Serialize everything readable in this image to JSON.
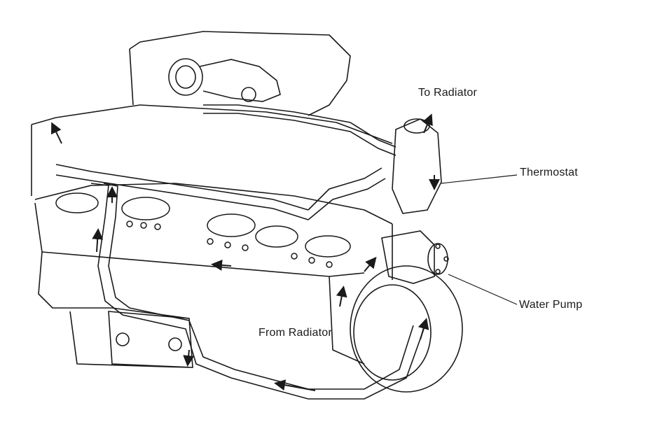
{
  "labels": {
    "to_radiator": "To Radiator",
    "thermostat": "Thermostat",
    "water_pump": "Water Pump",
    "from_radiator": "From Radiator"
  },
  "colors": {
    "ink": "#1a1a1a",
    "paper": "#ffffff"
  },
  "icons": {
    "flow_arrow": "flow-arrow-icon"
  }
}
